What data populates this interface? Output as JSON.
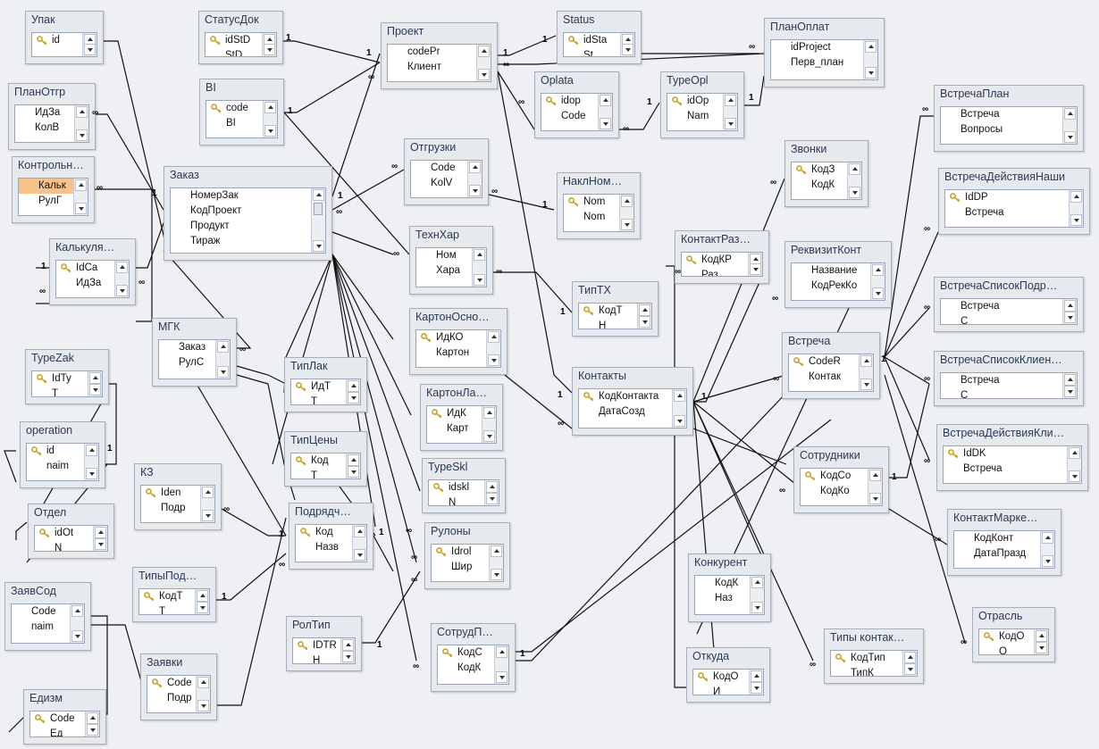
{
  "tables": [
    {
      "id": "upak",
      "title": "Упак",
      "fields": [
        {
          "text": "id",
          "key": true
        }
      ]
    },
    {
      "id": "statusdok",
      "title": "СтатусДок",
      "fields": [
        {
          "text": "idStD",
          "key": true
        },
        {
          "text": "StD"
        }
      ]
    },
    {
      "id": "proekt",
      "title": "Проект",
      "fields": [
        {
          "text": "codePr"
        },
        {
          "text": "Клиент"
        }
      ]
    },
    {
      "id": "status",
      "title": "Status",
      "fields": [
        {
          "text": "idSta",
          "key": true
        },
        {
          "text": "St"
        }
      ]
    },
    {
      "id": "planoplat",
      "title": "ПланОплат",
      "fields": [
        {
          "text": "idProject"
        },
        {
          "text": "Перв_план"
        }
      ]
    },
    {
      "id": "planotgr",
      "title": "ПланОтгр",
      "fields": [
        {
          "text": "ИдЗа"
        },
        {
          "text": "КолВ"
        }
      ]
    },
    {
      "id": "bi",
      "title": "BI",
      "fields": [
        {
          "text": "code",
          "key": true
        },
        {
          "text": "BI"
        }
      ]
    },
    {
      "id": "oplata",
      "title": "Oplata",
      "fields": [
        {
          "text": "idop",
          "key": true
        },
        {
          "text": "Code"
        }
      ]
    },
    {
      "id": "typeopl",
      "title": "TypeOpl",
      "fields": [
        {
          "text": "idOp",
          "key": true
        },
        {
          "text": "Nam"
        }
      ]
    },
    {
      "id": "vstrechaplan",
      "title": "ВстречаПлан",
      "fields": [
        {
          "text": "Встреча"
        },
        {
          "text": "Вопросы"
        }
      ]
    },
    {
      "id": "kontrol",
      "title": "Контрольн…",
      "fields": [
        {
          "text": "Кальк",
          "selected": true
        },
        {
          "text": "РулГ"
        }
      ]
    },
    {
      "id": "zakaz",
      "title": "Заказ",
      "fields": [
        {
          "text": "НомерЗак"
        },
        {
          "text": "КодПроект"
        },
        {
          "text": "Продукт"
        },
        {
          "text": "Тираж"
        }
      ]
    },
    {
      "id": "otgruzki",
      "title": "Отгрузки",
      "fields": [
        {
          "text": "Code"
        },
        {
          "text": "KolV"
        }
      ]
    },
    {
      "id": "naklnom",
      "title": "НаклНом…",
      "fields": [
        {
          "text": "Nom",
          "key": true
        },
        {
          "text": "Nom"
        }
      ]
    },
    {
      "id": "zvonki",
      "title": "Звонки",
      "fields": [
        {
          "text": "КодЗ",
          "key": true
        },
        {
          "text": "КодК"
        }
      ]
    },
    {
      "id": "vstrechadeistvnashi",
      "title": "ВстречаДействияНаши",
      "fields": [
        {
          "text": "IdDP",
          "key": true
        },
        {
          "text": "Встреча"
        }
      ]
    },
    {
      "id": "kalkul",
      "title": "Калькуля…",
      "fields": [
        {
          "text": "IdCa",
          "key": true
        },
        {
          "text": "ИдЗа"
        }
      ]
    },
    {
      "id": "tehhar",
      "title": "ТехнХар",
      "fields": [
        {
          "text": "Ном"
        },
        {
          "text": "Хара"
        }
      ]
    },
    {
      "id": "kontaktraz",
      "title": "КонтактРаз…",
      "fields": [
        {
          "text": "КодКР",
          "key": true
        },
        {
          "text": "Раз"
        }
      ]
    },
    {
      "id": "rekvizitkont",
      "title": "РеквизитКонт",
      "fields": [
        {
          "text": "Название"
        },
        {
          "text": "КодРекКо"
        }
      ]
    },
    {
      "id": "tiptx",
      "title": "ТипТХ",
      "fields": [
        {
          "text": "КодТ",
          "key": true
        },
        {
          "text": "Н"
        }
      ]
    },
    {
      "id": "vstrechaspisokpodr",
      "title": "ВстречаСписокПодр…",
      "fields": [
        {
          "text": "Встреча"
        },
        {
          "text": "С"
        }
      ]
    },
    {
      "id": "mgk",
      "title": "МГК",
      "fields": [
        {
          "text": "Заказ"
        },
        {
          "text": "РулС"
        }
      ]
    },
    {
      "id": "kartonosno",
      "title": "КартонОсно…",
      "fields": [
        {
          "text": "ИдКО",
          "key": true
        },
        {
          "text": "Картон"
        }
      ]
    },
    {
      "id": "vstrecha",
      "title": "Встреча",
      "fields": [
        {
          "text": "CodeR",
          "key": true
        },
        {
          "text": "Контак"
        }
      ]
    },
    {
      "id": "typezak",
      "title": "TypeZak",
      "fields": [
        {
          "text": "IdTy",
          "key": true
        },
        {
          "text": "T"
        }
      ]
    },
    {
      "id": "tiplak",
      "title": "ТипЛак",
      "fields": [
        {
          "text": "ИдТ",
          "key": true
        },
        {
          "text": "Т"
        }
      ]
    },
    {
      "id": "kontakty",
      "title": "Контакты",
      "fields": [
        {
          "text": "КодКонтакта",
          "key": true
        },
        {
          "text": "ДатаСозд"
        }
      ]
    },
    {
      "id": "vstrechaspisokklient",
      "title": "ВстречаСписокКлиен…",
      "fields": [
        {
          "text": "Встреча"
        },
        {
          "text": "С"
        }
      ]
    },
    {
      "id": "kartonla",
      "title": "КартонЛа…",
      "fields": [
        {
          "text": "ИдК",
          "key": true
        },
        {
          "text": "Карт"
        }
      ]
    },
    {
      "id": "operation",
      "title": "operation",
      "fields": [
        {
          "text": "id",
          "key": true
        },
        {
          "text": "naim"
        }
      ]
    },
    {
      "id": "tipceny",
      "title": "ТипЦены",
      "fields": [
        {
          "text": "Код",
          "key": true
        },
        {
          "text": "Т"
        }
      ]
    },
    {
      "id": "vstrechadeistvkli",
      "title": "ВстречаДействияКли…",
      "fields": [
        {
          "text": "IdDK",
          "key": true
        },
        {
          "text": "Встреча"
        }
      ]
    },
    {
      "id": "typeskl",
      "title": "TypeSkl",
      "fields": [
        {
          "text": "idskl",
          "key": true
        },
        {
          "text": "N"
        }
      ]
    },
    {
      "id": "kz",
      "title": "КЗ",
      "fields": [
        {
          "text": "Iden",
          "key": true
        },
        {
          "text": "Подр"
        }
      ]
    },
    {
      "id": "sotrudniki",
      "title": "Сотрудники",
      "fields": [
        {
          "text": "КодСо",
          "key": true
        },
        {
          "text": "КодКо"
        }
      ]
    },
    {
      "id": "otdel",
      "title": "Отдел",
      "fields": [
        {
          "text": "idOt",
          "key": true
        },
        {
          "text": "N"
        }
      ]
    },
    {
      "id": "podryadch",
      "title": "Подрядч…",
      "fields": [
        {
          "text": "Код",
          "key": true
        },
        {
          "text": "Назв"
        }
      ]
    },
    {
      "id": "kontaktmarke",
      "title": "КонтактМарке…",
      "fields": [
        {
          "text": "КодКонт"
        },
        {
          "text": "ДатаПразд"
        }
      ]
    },
    {
      "id": "rulony",
      "title": "Рулоны",
      "fields": [
        {
          "text": "Idrol",
          "key": true
        },
        {
          "text": "Шир"
        }
      ]
    },
    {
      "id": "tipypod",
      "title": "ТипыПод…",
      "fields": [
        {
          "text": "КодТ",
          "key": true
        },
        {
          "text": "Т"
        }
      ]
    },
    {
      "id": "konkurent",
      "title": "Конкурент",
      "fields": [
        {
          "text": "КодК"
        },
        {
          "text": "Наз"
        }
      ]
    },
    {
      "id": "zayavsod",
      "title": "ЗаявСод",
      "fields": [
        {
          "text": "Code"
        },
        {
          "text": "naim"
        }
      ]
    },
    {
      "id": "roltip",
      "title": "РолТип",
      "fields": [
        {
          "text": "IDTR",
          "key": true
        },
        {
          "text": "Н"
        }
      ]
    },
    {
      "id": "sotrudp",
      "title": "СотрудП…",
      "fields": [
        {
          "text": "КодС",
          "key": true
        },
        {
          "text": "КодК"
        }
      ]
    },
    {
      "id": "otrasl",
      "title": "Отрасль",
      "fields": [
        {
          "text": "КодО",
          "key": true
        },
        {
          "text": "О"
        }
      ]
    },
    {
      "id": "tipykontak",
      "title": "Типы контак…",
      "fields": [
        {
          "text": "КодТип",
          "key": true
        },
        {
          "text": "ТипК"
        }
      ]
    },
    {
      "id": "zayavki",
      "title": "Заявки",
      "fields": [
        {
          "text": "Code",
          "key": true
        },
        {
          "text": "Подр"
        }
      ]
    },
    {
      "id": "otkuda",
      "title": "Откуда",
      "fields": [
        {
          "text": "КодО",
          "key": true
        },
        {
          "text": "И"
        }
      ]
    },
    {
      "id": "edizm",
      "title": "Едизм",
      "fields": [
        {
          "text": "Code",
          "key": true
        },
        {
          "text": "Ед"
        }
      ]
    }
  ],
  "relation_labels": {
    "one": "1",
    "many": "∞"
  }
}
